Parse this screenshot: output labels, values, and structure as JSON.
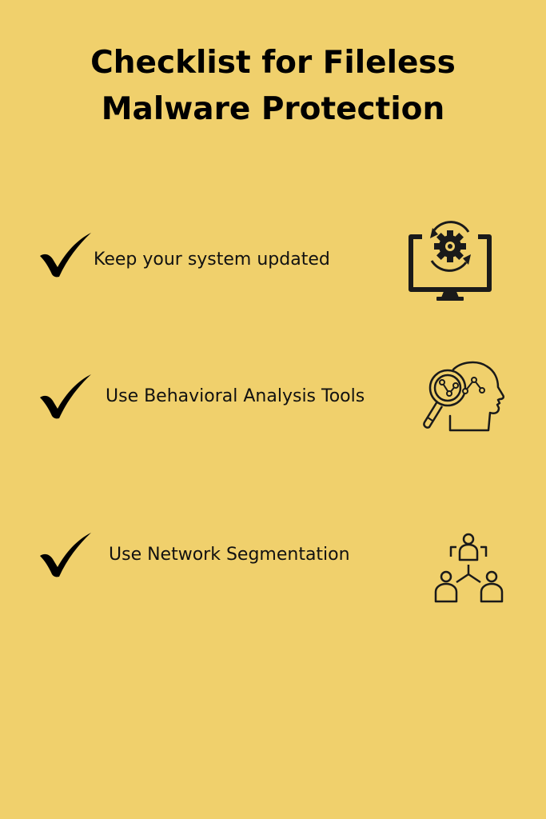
{
  "title": {
    "line1": "Checklist for Fileless",
    "line2": "Malware Protection"
  },
  "items": [
    {
      "label": "Keep your system updated",
      "icon": "monitor-gear-update-icon",
      "checked": true
    },
    {
      "label": "Use Behavioral Analysis Tools",
      "icon": "head-magnifier-analysis-icon",
      "checked": true
    },
    {
      "label": "Use Network Segmentation",
      "icon": "network-users-icon",
      "checked": true
    }
  ],
  "colors": {
    "background": "#F0D06C",
    "text": "#000000",
    "icon": "#1a1a1a"
  }
}
